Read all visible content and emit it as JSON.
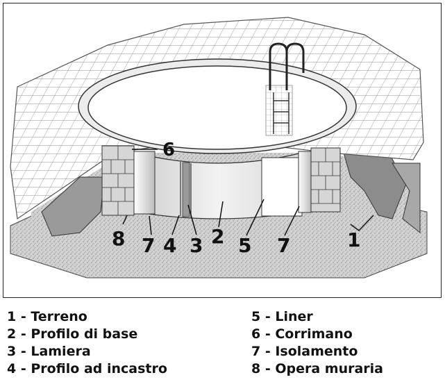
{
  "diagram": {
    "callouts": [
      "1",
      "2",
      "3",
      "4",
      "5",
      "6",
      "7",
      "7",
      "8"
    ]
  },
  "legend": {
    "left": [
      "1 - Terreno",
      "2 - Profilo di base",
      "3 - Lamiera",
      "4 - Profilo ad incastro"
    ],
    "right": [
      "5 - Liner",
      "6 - Corrimano",
      "7 - Isolamento",
      "8 - Opera muraria"
    ]
  }
}
